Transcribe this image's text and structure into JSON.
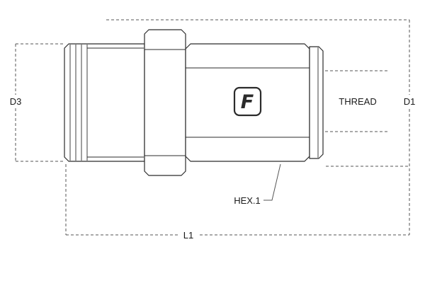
{
  "drawing": {
    "labels": {
      "d3": "D3",
      "d1": "D1",
      "thread": "THREAD",
      "hex1": "HEX.1",
      "l1": "L1"
    },
    "logo_letter": "F",
    "colors": {
      "outline": "#2b2b2b",
      "dimension": "#555555",
      "label_text": "#1a1a1a",
      "background": "#ffffff"
    }
  }
}
